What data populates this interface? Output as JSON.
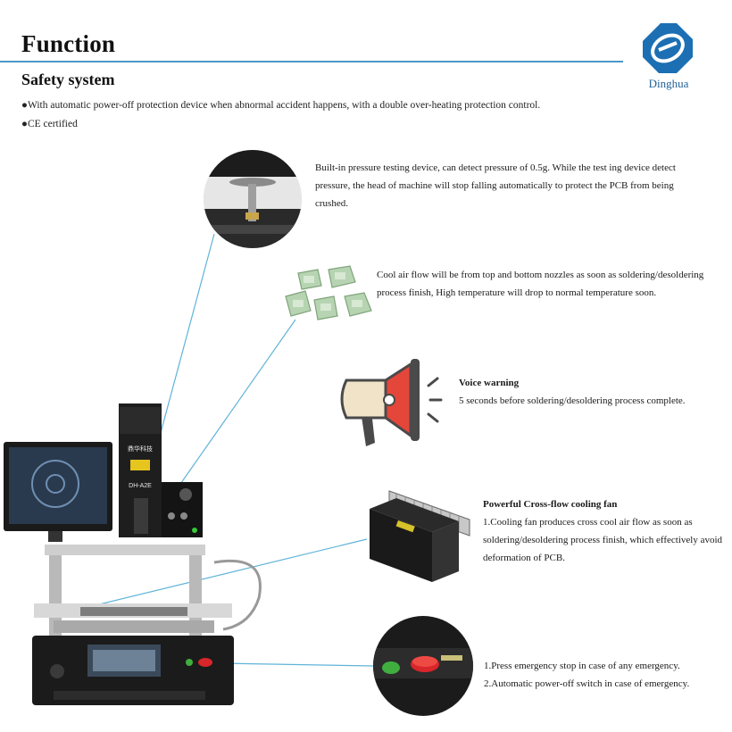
{
  "header": {
    "title": "Function",
    "subtitle": "Safety system",
    "bullets": [
      "●With automatic power-off protection device when abnormal accident happens, with a double over-heating protection control.",
      "●CE certified"
    ]
  },
  "logo": {
    "brand": "Dinghua",
    "color": "#1c6fb3"
  },
  "features": {
    "pressure": {
      "text": "Built-in pressure testing device, can detect pressure of 0.5g. While the test ing device detect pressure, the head of machine will stop falling automatically to protect the PCB from being crushed."
    },
    "cooling": {
      "text": "Cool air flow will be from top and bottom nozzles as soon as soldering/desoldering process finish,  High temperature will drop to normal temperature soon."
    },
    "voice": {
      "title": "Voice warning",
      "text": "5 seconds before soldering/desoldering process complete."
    },
    "fan": {
      "title": "Powerful Cross-flow cooling fan",
      "text": "1.Cooling fan produces cross cool air flow as soon as soldering/desoldering process finish, which effectively avoid deformation of PCB."
    },
    "emergency": {
      "line1": "1.Press emergency stop in case of any emergency.",
      "line2": "2.Automatic power-off switch in case of  emergency."
    }
  },
  "machine": {
    "brand_cn": "鼎华科技",
    "model": "DH-A2E"
  },
  "colors": {
    "accent": "#4a97c8",
    "callout_line": "#5fb3d8",
    "megaphone_red": "#e4463a"
  }
}
